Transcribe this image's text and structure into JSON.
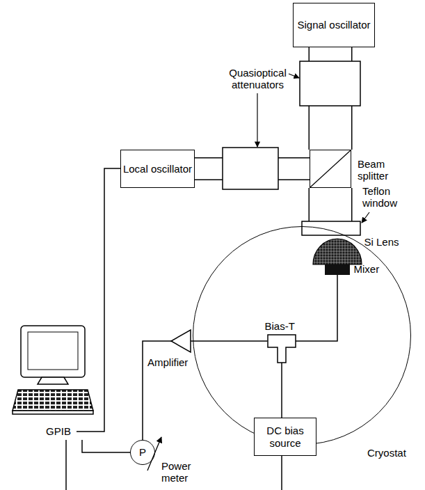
{
  "diagram": {
    "nodes": [
      {
        "text": [
          "Signal oscillator"
        ]
      },
      {
        "text": [
          "Local oscillator"
        ]
      },
      {
        "text": [
          "Beam splitter"
        ]
      },
      {
        "text": [
          "Cryostat"
        ]
      },
      {
        "text": [
          "Si Lens"
        ],
        "in": 3
      },
      {
        "text": [
          "Mixer"
        ],
        "in": 3
      },
      {
        "text": [
          "Bias-T"
        ],
        "in": 3
      },
      {
        "text": [
          "Amplifier"
        ]
      },
      {
        "text": [
          "P",
          "Power meter"
        ]
      },
      {
        "text": [
          "DC bias source"
        ]
      }
    ],
    "edges": [
      {
        "from": 0,
        "to": 2,
        "arrow": "none"
      },
      {
        "from": 1,
        "to": 2,
        "arrow": "none"
      },
      {
        "from": 2,
        "to": 3,
        "arrow": "none"
      },
      {
        "from": 5,
        "to": 6,
        "arrow": "none"
      },
      {
        "from": 6,
        "to": 7,
        "arrow": "none"
      },
      {
        "from": 7,
        "to": 8,
        "arrow": "none"
      },
      {
        "from": 9,
        "to": 6,
        "arrow": "none"
      }
    ],
    "labels": [
      "Quasioptical attenuators",
      "Teflon window",
      "GPIB"
    ]
  }
}
